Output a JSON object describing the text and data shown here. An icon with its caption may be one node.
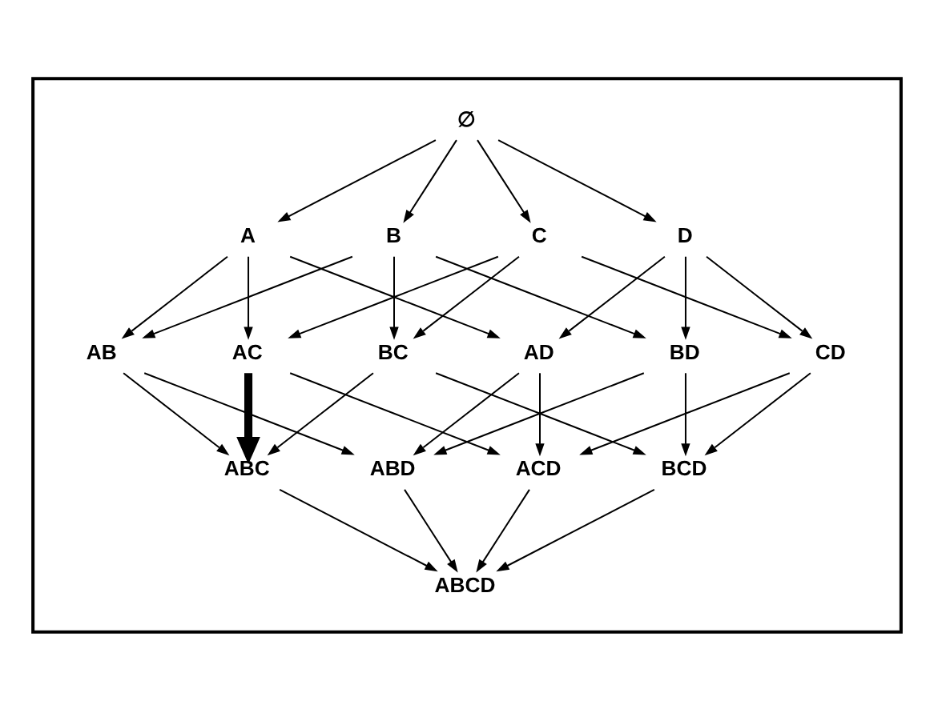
{
  "diagram": {
    "nodes": [
      {
        "text": [],
        "shape": "box"
      },
      {
        "text": [
          "∅"
        ],
        "in": 0
      },
      {
        "text": [
          "A"
        ],
        "in": 0
      },
      {
        "text": [
          "B"
        ],
        "in": 0
      },
      {
        "text": [
          "C"
        ],
        "in": 0
      },
      {
        "text": [
          "D"
        ],
        "in": 0
      },
      {
        "text": [
          "AB"
        ],
        "in": 0
      },
      {
        "text": [
          "AC"
        ],
        "in": 0
      },
      {
        "text": [
          "AD"
        ],
        "in": 0
      },
      {
        "text": [
          "BC"
        ],
        "in": 0
      },
      {
        "text": [
          "BD"
        ],
        "in": 0
      },
      {
        "text": [
          "CD"
        ],
        "in": 0
      },
      {
        "text": [
          "ABC"
        ],
        "in": 0
      },
      {
        "text": [
          "ABD"
        ],
        "in": 0
      },
      {
        "text": [
          "ACD"
        ],
        "in": 0
      },
      {
        "text": [
          "BCD"
        ],
        "in": 0
      },
      {
        "text": [
          "ABCD"
        ],
        "in": 0
      }
    ],
    "edges": [
      {
        "from": 1,
        "to": 2,
        "arrow": "to"
      },
      {
        "from": 1,
        "to": 3,
        "arrow": "to"
      },
      {
        "from": 1,
        "to": 4,
        "arrow": "to"
      },
      {
        "from": 1,
        "to": 5,
        "arrow": "to"
      },
      {
        "from": 2,
        "to": 6,
        "arrow": "to"
      },
      {
        "from": 2,
        "to": 7,
        "arrow": "to"
      },
      {
        "from": 2,
        "to": 8,
        "arrow": "to"
      },
      {
        "from": 3,
        "to": 6,
        "arrow": "to"
      },
      {
        "from": 3,
        "to": 9,
        "arrow": "to"
      },
      {
        "from": 3,
        "to": 10,
        "arrow": "to"
      },
      {
        "from": 4,
        "to": 7,
        "arrow": "to"
      },
      {
        "from": 4,
        "to": 9,
        "arrow": "to"
      },
      {
        "from": 4,
        "to": 11,
        "arrow": "to"
      },
      {
        "from": 5,
        "to": 8,
        "arrow": "to"
      },
      {
        "from": 5,
        "to": 10,
        "arrow": "to"
      },
      {
        "from": 5,
        "to": 11,
        "arrow": "to"
      },
      {
        "from": 6,
        "to": 12,
        "arrow": "to"
      },
      {
        "from": 6,
        "to": 13,
        "arrow": "to"
      },
      {
        "from": 7,
        "to": 12,
        "arrow": "to",
        "style": "thick"
      },
      {
        "from": 7,
        "to": 14,
        "arrow": "to"
      },
      {
        "from": 8,
        "to": 13,
        "arrow": "to"
      },
      {
        "from": 8,
        "to": 14,
        "arrow": "to"
      },
      {
        "from": 9,
        "to": 12,
        "arrow": "to"
      },
      {
        "from": 9,
        "to": 15,
        "arrow": "to"
      },
      {
        "from": 10,
        "to": 13,
        "arrow": "to"
      },
      {
        "from": 10,
        "to": 15,
        "arrow": "to"
      },
      {
        "from": 11,
        "to": 14,
        "arrow": "to"
      },
      {
        "from": 11,
        "to": 15,
        "arrow": "to"
      },
      {
        "from": 12,
        "to": 16,
        "arrow": "to"
      },
      {
        "from": 13,
        "to": 16,
        "arrow": "to"
      },
      {
        "from": 14,
        "to": 16,
        "arrow": "to"
      },
      {
        "from": 15,
        "to": 16,
        "arrow": "to"
      }
    ]
  }
}
